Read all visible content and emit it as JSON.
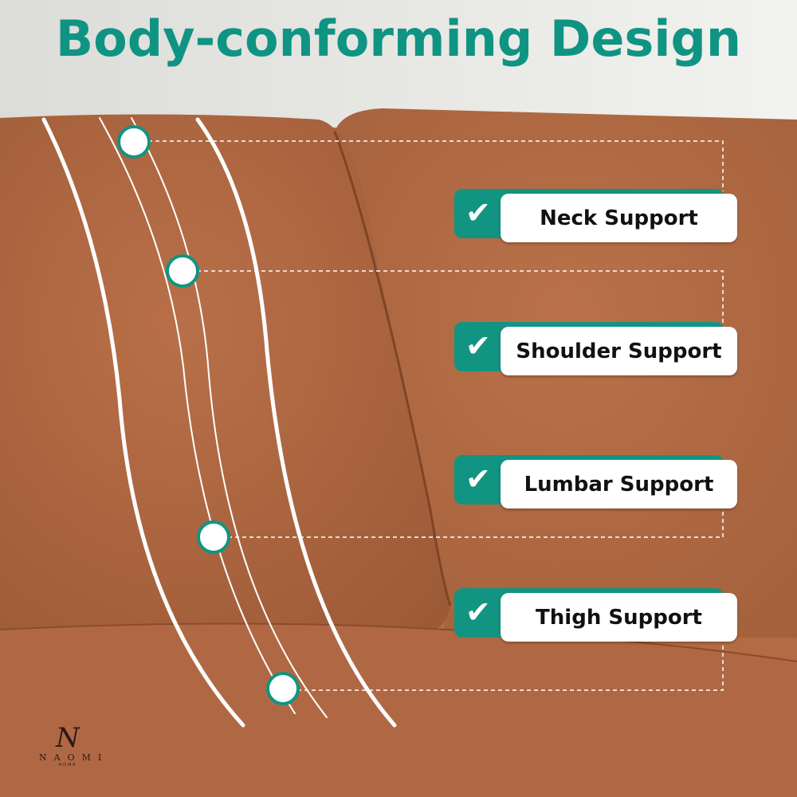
{
  "title": "Body-conforming Design",
  "features": [
    {
      "label": "Neck Support",
      "icon": "check-icon"
    },
    {
      "label": "Shoulder Support",
      "icon": "check-icon"
    },
    {
      "label": "Lumbar Support",
      "icon": "check-icon"
    },
    {
      "label": "Thigh Support",
      "icon": "check-icon"
    }
  ],
  "logo": {
    "mark": "N",
    "name": "NAOMI",
    "sub": "HOME"
  },
  "colors": {
    "accent": "#119482",
    "leather": "#b36b43",
    "wall": "#e9e9e6"
  }
}
